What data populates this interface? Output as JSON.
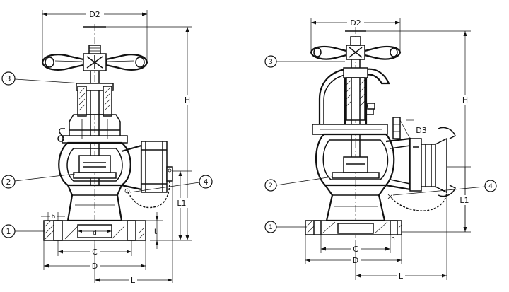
{
  "left_view": {
    "dimensions": {
      "d2": "D2",
      "h_top": "H",
      "l1": "L1",
      "h_small": "h",
      "d_small": "d",
      "t": "t",
      "c": "C",
      "d": "D",
      "l": "L"
    },
    "callouts": [
      "1",
      "2",
      "3",
      "4"
    ]
  },
  "right_view": {
    "dimensions": {
      "d2": "D2",
      "h_top": "H",
      "d3": "D3",
      "l1": "L1",
      "h_small": "h",
      "c": "C",
      "d": "D",
      "l": "L"
    },
    "callouts": [
      "1",
      "2",
      "3",
      "4"
    ]
  }
}
